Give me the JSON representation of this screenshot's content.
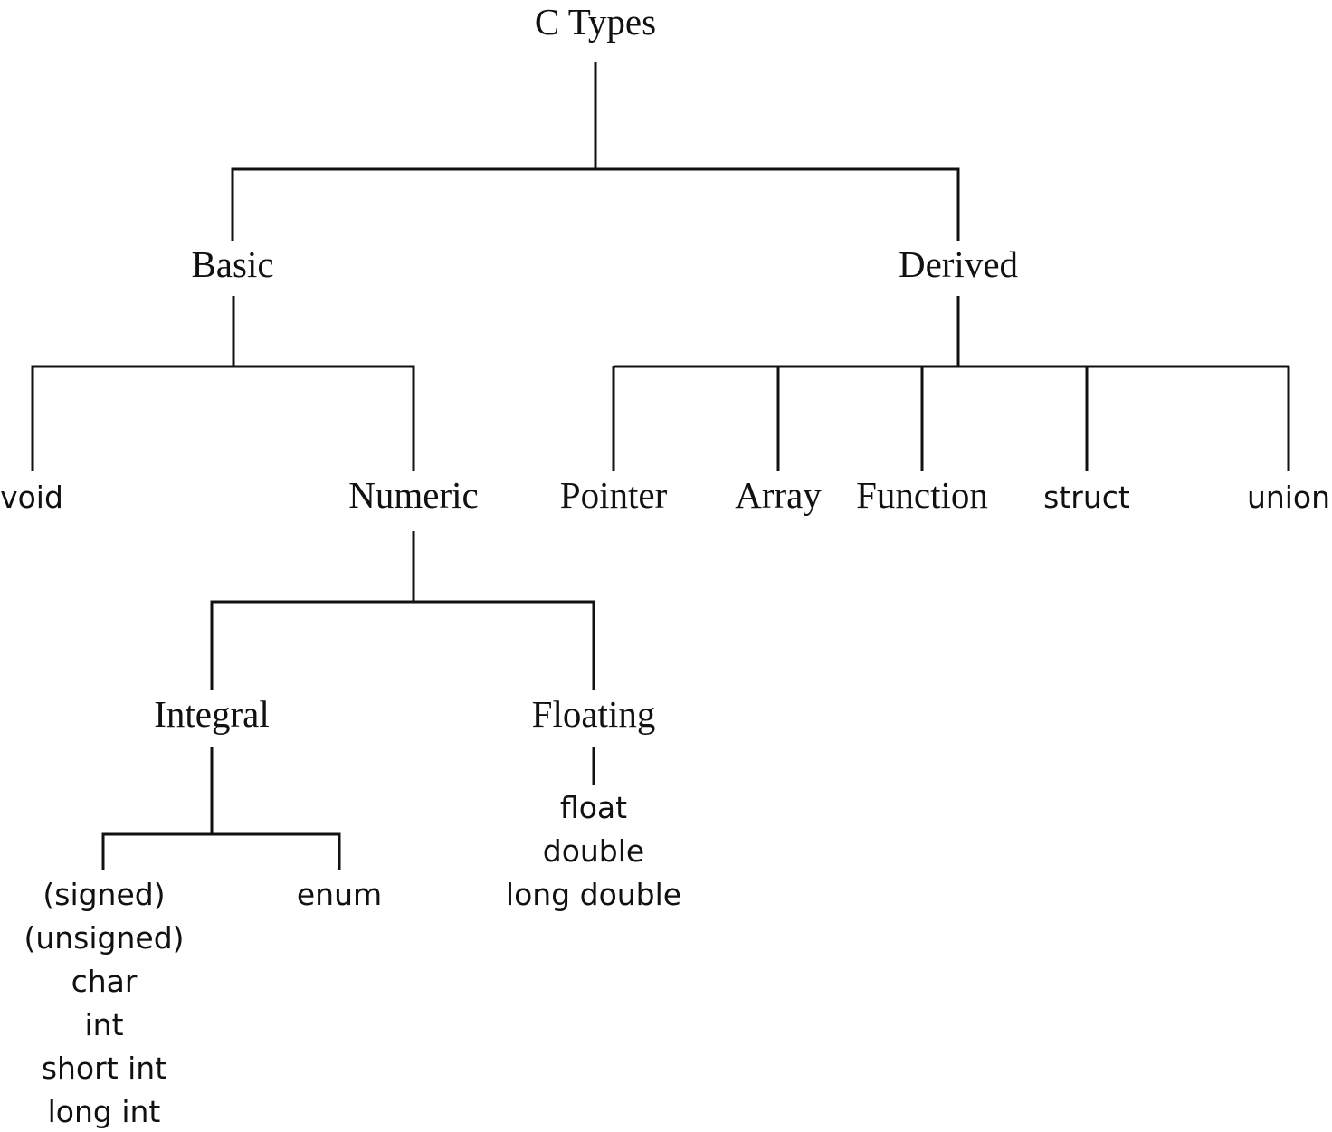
{
  "diagram": {
    "root": "C Types",
    "level1": {
      "basic": "Basic",
      "derived": "Derived"
    },
    "basic_children": {
      "void": "void",
      "numeric": "Numeric"
    },
    "numeric_children": {
      "integral": "Integral",
      "floating": "Floating"
    },
    "integral_children": {
      "integer_types": [
        "(signed)",
        "(unsigned)",
        "char",
        "int",
        "short int",
        "long int"
      ],
      "enum": "enum"
    },
    "floating_types": [
      "float",
      "double",
      "long double"
    ],
    "derived_children": [
      "Pointer",
      "Array",
      "Function",
      "struct",
      "union"
    ]
  }
}
